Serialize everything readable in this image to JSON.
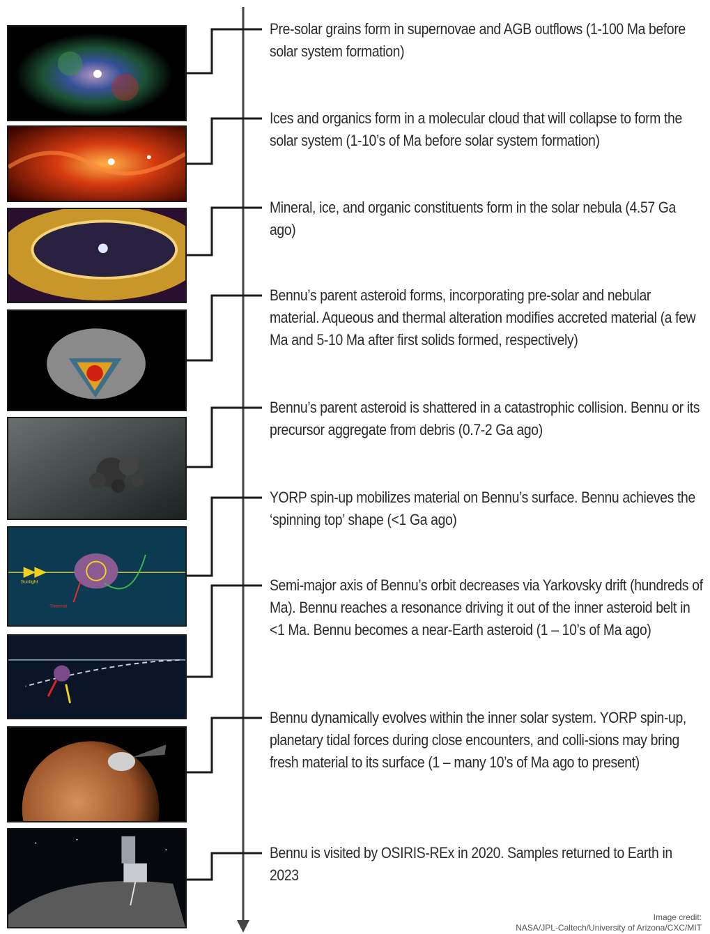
{
  "steps": [
    {
      "text": "Pre-solar grains form in supernovae and AGB outflows (1-100 Ma before solar system formation)",
      "image": "supernova-remnant-image"
    },
    {
      "text": "Ices and organics form in a molecular cloud that will collapse to form the solar system (1-10’s of Ma before solar system formation)",
      "image": "molecular-cloud-image"
    },
    {
      "text": "Mineral, ice, and organic constituents form in the solar nebula (4.57 Ga ago)",
      "image": "protoplanetary-disk-image"
    },
    {
      "text": "Bennu’s parent asteroid forms, incorporating pre-solar and nebular material. Aqueous and thermal alteration modifies accreted material (a few Ma and 5-10 Ma after first solids formed, respectively)",
      "image": "parent-asteroid-cutaway-image"
    },
    {
      "text": "Bennu’s parent asteroid is shattered in a catastrophic collision. Bennu or its precursor aggregate from debris (0.7-2 Ga ago)",
      "image": "rubble-aggregate-image"
    },
    {
      "text": "YORP spin-up mobilizes material on Bennu’s surface. Bennu achieves the ‘spinning top’ shape (<1 Ga ago)",
      "image": "yorp-diagram-image"
    },
    {
      "text": "Semi-major axis of Bennu’s orbit decreases via Yarkovsky drift (hundreds of Ma). Bennu reaches a resonance driving it out of the inner asteroid belt in <1 Ma. Bennu becomes a near-Earth asteroid (1 – 10’s of Ma ago)",
      "image": "yarkovsky-diagram-image"
    },
    {
      "text": "Bennu dynamically evolves within the inner solar system. YORP spin-up, planetary tidal forces during close encounters, and colli-sions may bring fresh material to its surface (1 – many 10’s of Ma ago to present)",
      "image": "close-encounter-image"
    },
    {
      "text": "Bennu is visited by OSIRIS-REx in 2020. Samples returned to Earth in 2023",
      "image": "osiris-rex-image"
    }
  ],
  "diagram_labels": {
    "sunlight": "Sunlight",
    "thermal": "Thermal"
  },
  "credit": {
    "line1": "Image credit:",
    "line2": "NASA/JPL-Caltech/University of Arizona/CXC/MIT"
  },
  "colors": {
    "axis": "#444444",
    "connector": "#1a1a1a",
    "text": "#2b2b2b"
  }
}
